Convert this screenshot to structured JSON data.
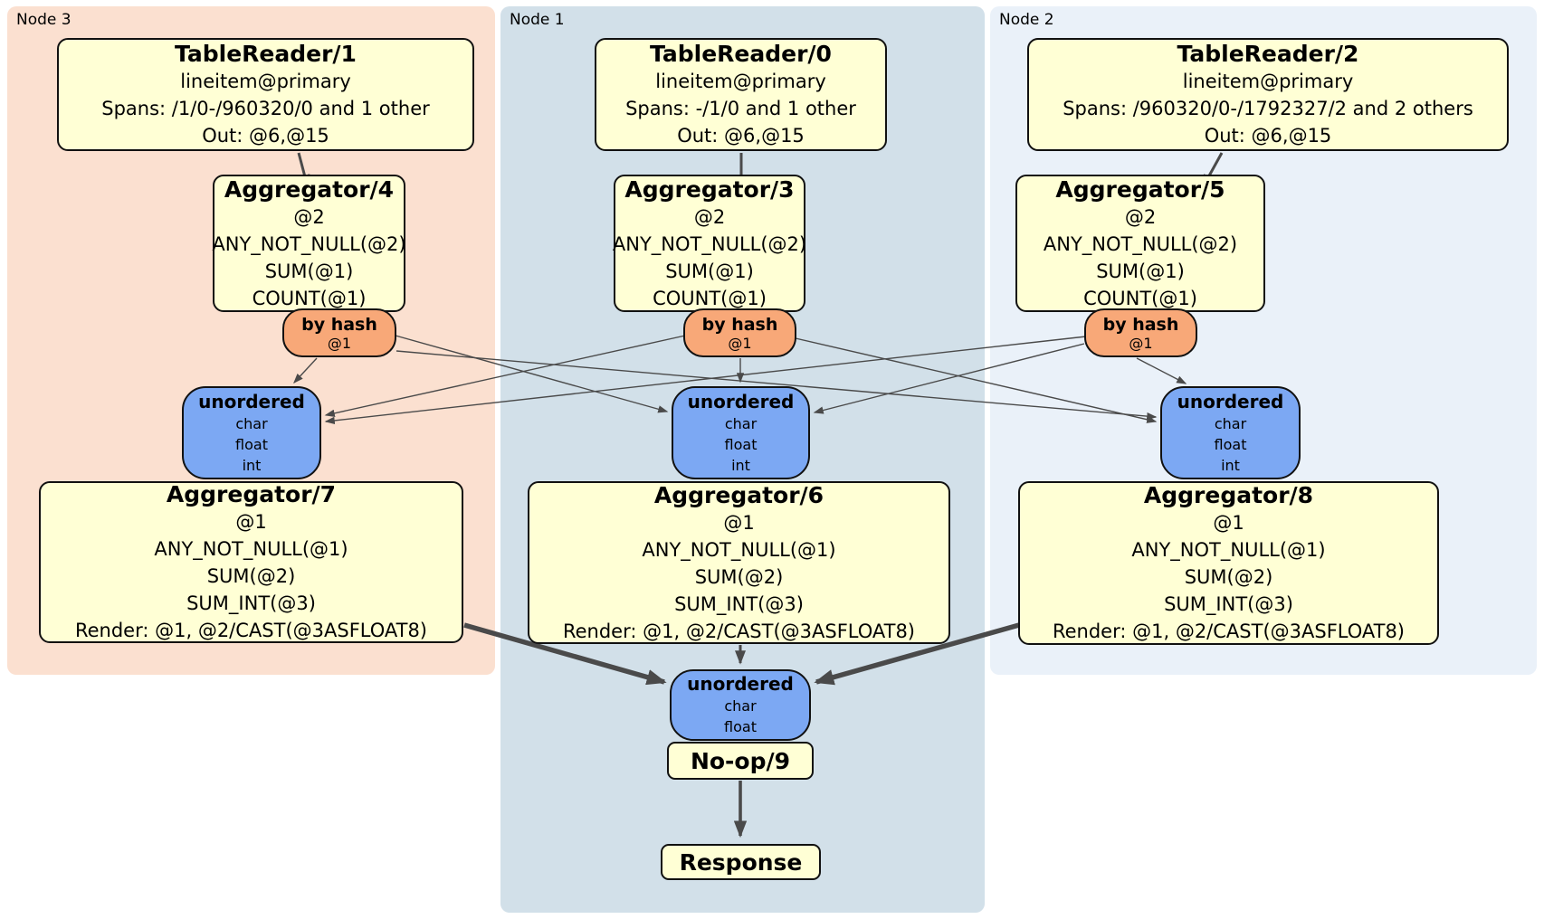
{
  "regions": {
    "node3": {
      "label": "Node 3",
      "color": "#fbe0d0"
    },
    "node1": {
      "label": "Node 1",
      "color": "#d2e0e9"
    },
    "node2": {
      "label": "Node 2",
      "color": "#eaf1f9"
    }
  },
  "processors": {
    "tr1": {
      "title": "TableReader/1",
      "lines": [
        "lineitem@primary",
        "Spans: /1/0-/960320/0 and 1 other",
        "Out: @6,@15"
      ]
    },
    "tr0": {
      "title": "TableReader/0",
      "lines": [
        "lineitem@primary",
        "Spans: -/1/0 and 1 other",
        "Out: @6,@15"
      ]
    },
    "tr2": {
      "title": "TableReader/2",
      "lines": [
        "lineitem@primary",
        "Spans: /960320/0-/1792327/2 and 2 others",
        "Out: @6,@15"
      ]
    },
    "agg4": {
      "title": "Aggregator/4",
      "lines": [
        "@2",
        "ANY_NOT_NULL(@2)",
        "SUM(@1)",
        "COUNT(@1)"
      ]
    },
    "agg3": {
      "title": "Aggregator/3",
      "lines": [
        "@2",
        "ANY_NOT_NULL(@2)",
        "SUM(@1)",
        "COUNT(@1)"
      ]
    },
    "agg5": {
      "title": "Aggregator/5",
      "lines": [
        "@2",
        "ANY_NOT_NULL(@2)",
        "SUM(@1)",
        "COUNT(@1)"
      ]
    },
    "agg7": {
      "title": "Aggregator/7",
      "lines": [
        "@1",
        "ANY_NOT_NULL(@1)",
        "SUM(@2)",
        "SUM_INT(@3)",
        "Render: @1, @2/CAST(@3ASFLOAT8)"
      ]
    },
    "agg6": {
      "title": "Aggregator/6",
      "lines": [
        "@1",
        "ANY_NOT_NULL(@1)",
        "SUM(@2)",
        "SUM_INT(@3)",
        "Render: @1, @2/CAST(@3ASFLOAT8)"
      ]
    },
    "agg8": {
      "title": "Aggregator/8",
      "lines": [
        "@1",
        "ANY_NOT_NULL(@1)",
        "SUM(@2)",
        "SUM_INT(@3)",
        "Render: @1, @2/CAST(@3ASFLOAT8)"
      ]
    },
    "noop": {
      "title": "No-op/9"
    },
    "response": {
      "title": "Response"
    }
  },
  "routers": {
    "r3": {
      "title": "by hash",
      "detail": "@1"
    },
    "r1": {
      "title": "by hash",
      "detail": "@1"
    },
    "r2": {
      "title": "by hash",
      "detail": "@1"
    }
  },
  "syncs": {
    "s3": {
      "title": "unordered",
      "lines": [
        "char",
        "float",
        "int"
      ]
    },
    "s1": {
      "title": "unordered",
      "lines": [
        "char",
        "float",
        "int"
      ]
    },
    "s2": {
      "title": "unordered",
      "lines": [
        "char",
        "float",
        "int"
      ]
    },
    "sfinal": {
      "title": "unordered",
      "lines": [
        "char",
        "float"
      ]
    }
  },
  "edges": [
    {
      "from": "TableReader/1",
      "to": "Aggregator/4"
    },
    {
      "from": "TableReader/0",
      "to": "Aggregator/3"
    },
    {
      "from": "TableReader/2",
      "to": "Aggregator/5"
    },
    {
      "from": "Aggregator/4 by hash",
      "to": "unordered node3"
    },
    {
      "from": "Aggregator/4 by hash",
      "to": "unordered node1"
    },
    {
      "from": "Aggregator/4 by hash",
      "to": "unordered node2"
    },
    {
      "from": "Aggregator/3 by hash",
      "to": "unordered node3"
    },
    {
      "from": "Aggregator/3 by hash",
      "to": "unordered node1"
    },
    {
      "from": "Aggregator/3 by hash",
      "to": "unordered node2"
    },
    {
      "from": "Aggregator/5 by hash",
      "to": "unordered node3"
    },
    {
      "from": "Aggregator/5 by hash",
      "to": "unordered node1"
    },
    {
      "from": "Aggregator/5 by hash",
      "to": "unordered node2"
    },
    {
      "from": "Aggregator/7",
      "to": "unordered final"
    },
    {
      "from": "Aggregator/6",
      "to": "unordered final"
    },
    {
      "from": "Aggregator/8",
      "to": "unordered final"
    },
    {
      "from": "No-op/9",
      "to": "Response"
    }
  ],
  "colors": {
    "processor_fill": "#ffffd5",
    "router_fill": "#f8a878",
    "sync_fill": "#7ca8f3",
    "node3_bg": "#fbe0d0",
    "node1_bg": "#d2e0e9",
    "node2_bg": "#eaf1f9",
    "edge_stroke": "#4a4a4a",
    "border": "#111111"
  }
}
